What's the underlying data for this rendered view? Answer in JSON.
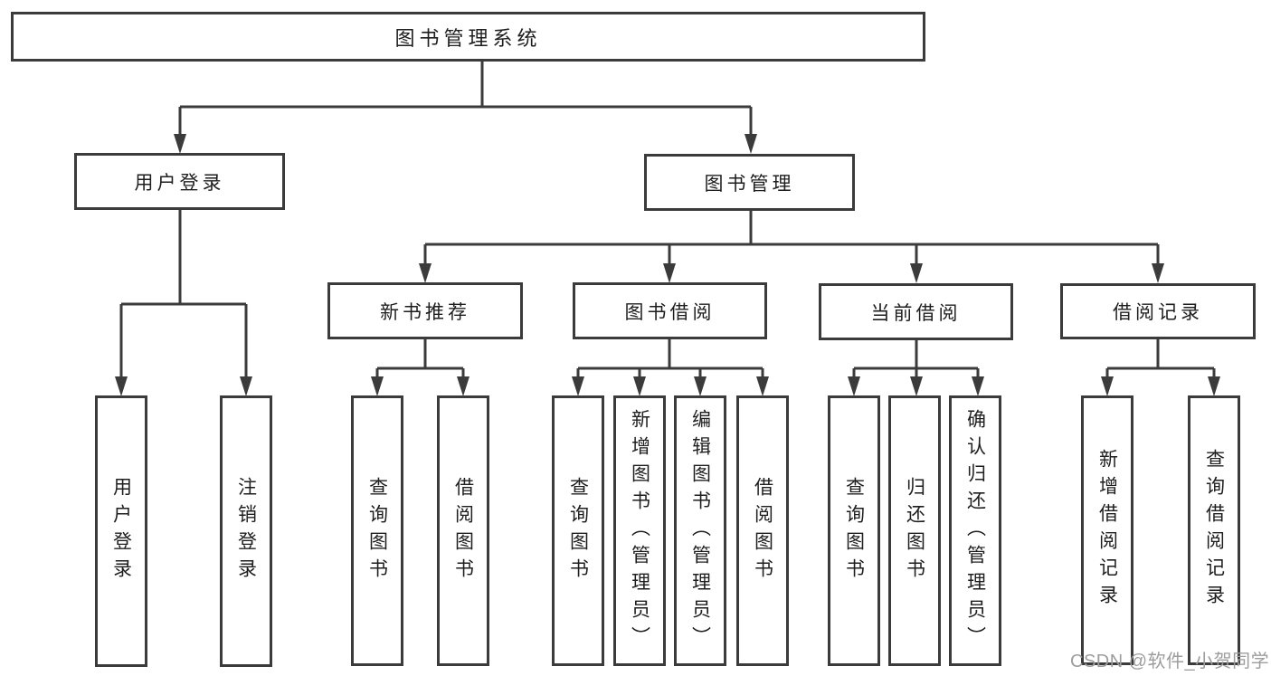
{
  "tree": {
    "label": "图书管理系统",
    "children": [
      {
        "label": "用户登录",
        "children": [
          {
            "label": "用户登录"
          },
          {
            "label": "注销登录"
          }
        ]
      },
      {
        "label": "图书管理",
        "children": [
          {
            "label": "新书推荐",
            "children": [
              {
                "label": "查询图书"
              },
              {
                "label": "借阅图书"
              }
            ]
          },
          {
            "label": "图书借阅",
            "children": [
              {
                "label": "查询图书"
              },
              {
                "label": "新增图书（管理员）"
              },
              {
                "label": "编辑图书（管理员）"
              },
              {
                "label": "借阅图书"
              }
            ]
          },
          {
            "label": "当前借阅",
            "children": [
              {
                "label": "查询图书"
              },
              {
                "label": "归还图书"
              },
              {
                "label": "确认归还（管理员）"
              }
            ]
          },
          {
            "label": "借阅记录",
            "children": [
              {
                "label": "新增借阅记录"
              },
              {
                "label": "查询借阅记录"
              }
            ]
          }
        ]
      }
    ]
  },
  "watermark": {
    "text": "CSDN @软件_小贺同学"
  },
  "colors": {
    "line": "#3b3b3b",
    "box_border": "#3b3b3b",
    "text": "#1e1e1e",
    "background": "#ffffff",
    "watermark": "#9d9d9d"
  }
}
